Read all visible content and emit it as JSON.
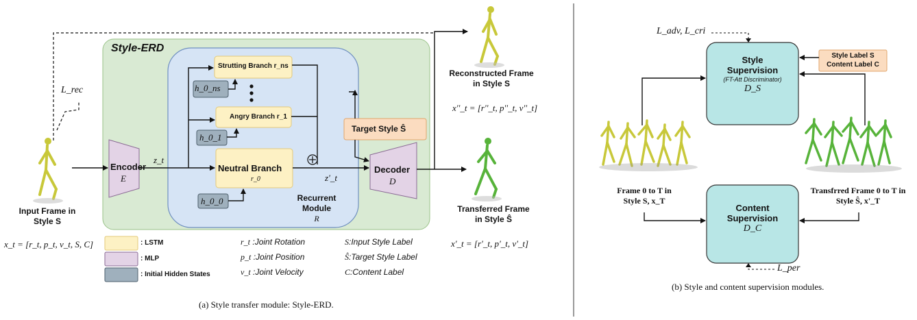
{
  "left": {
    "block_title": "Style-ERD",
    "input": {
      "label_line1": "Input Frame in",
      "label_line2": "Style S",
      "formula": "x_t = [r_t, p_t, v_t, S, C]"
    },
    "encoder": {
      "label": "Encoder",
      "symbol": "E",
      "output": "z_t"
    },
    "decoder": {
      "label": "Decoder",
      "symbol": "D",
      "input": "z'_t"
    },
    "branches": {
      "strutting": "Strutting Branch r_ns",
      "angry": "Angry Branch r_1",
      "neutral": "Neutral Branch",
      "neutral_sub": "r_0",
      "ellipsis": "⋮",
      "h_strutting": "h_0_ns",
      "h_angry": "h_0_1",
      "h_neutral": "h_0_0",
      "sum_symbol": "⊕"
    },
    "recurrent": {
      "line1": "Recurrent",
      "line2": "Module",
      "symbol": "R"
    },
    "target_style": "Target Style Ŝ",
    "reconstructed": {
      "label_line1": "Reconstructed Frame",
      "label_line2": "in Style S",
      "formula": "x''_t = [r''_t, p''_t, v''_t]"
    },
    "transferred": {
      "label_line1": "Transferred Frame",
      "label_line2": "in Style Ŝ",
      "formula": "x'_t = [r'_t, p'_t, v'_t]"
    },
    "loss_rec": "L_rec",
    "legend": [
      {
        "label": ": LSTM",
        "color": "#fdf1c4"
      },
      {
        "label": ": MLP",
        "color": "#e3d3e6"
      },
      {
        "label": ": Initial Hidden States",
        "color": "#9fb0bd"
      }
    ],
    "definitions": [
      {
        "sym": "r_t",
        "text": ":Joint Rotation"
      },
      {
        "sym": "p_t",
        "text": ":Joint Position"
      },
      {
        "sym": "v_t",
        "text": ":Joint Velocity"
      },
      {
        "sym": "S",
        "text": ":Input Style Label"
      },
      {
        "sym": "Ŝ",
        "text": ":Target Style Label"
      },
      {
        "sym": "C",
        "text": ":Content Label"
      }
    ],
    "caption": "(a) Style transfer module: Style-ERD."
  },
  "right": {
    "loss_adv": "L_adv, L_cri",
    "style_sup": {
      "line1": "Style",
      "line2": "Supervision",
      "line3": "(FT-Att Discriminator)",
      "symbol": "D_S"
    },
    "labels_box": {
      "line1": "Style Label S",
      "line2": "Content Label C"
    },
    "frames_left": {
      "line1": "Frame 0 to T in",
      "line2": "Style S, x_T"
    },
    "frames_right": {
      "line1": "Transfrred Frame 0 to T in",
      "line2": "Style Ŝ, x'_T"
    },
    "content_sup": {
      "line1": "Content",
      "line2": "Supervision",
      "symbol": "D_C"
    },
    "loss_per": "L_per",
    "caption": "(b) Style and content supervision modules."
  },
  "colors": {
    "style_erd_bg": "#d9ead3",
    "recurrent_bg": "#d6e4f5",
    "lstm": "#fdf1c4",
    "mlp": "#e3d3e6",
    "hidden": "#9fb0bd",
    "target_style": "#fbdcc0",
    "supervision": "#b8e6e6",
    "figure_yellow": "#c8c83a",
    "figure_green": "#57b33a"
  }
}
